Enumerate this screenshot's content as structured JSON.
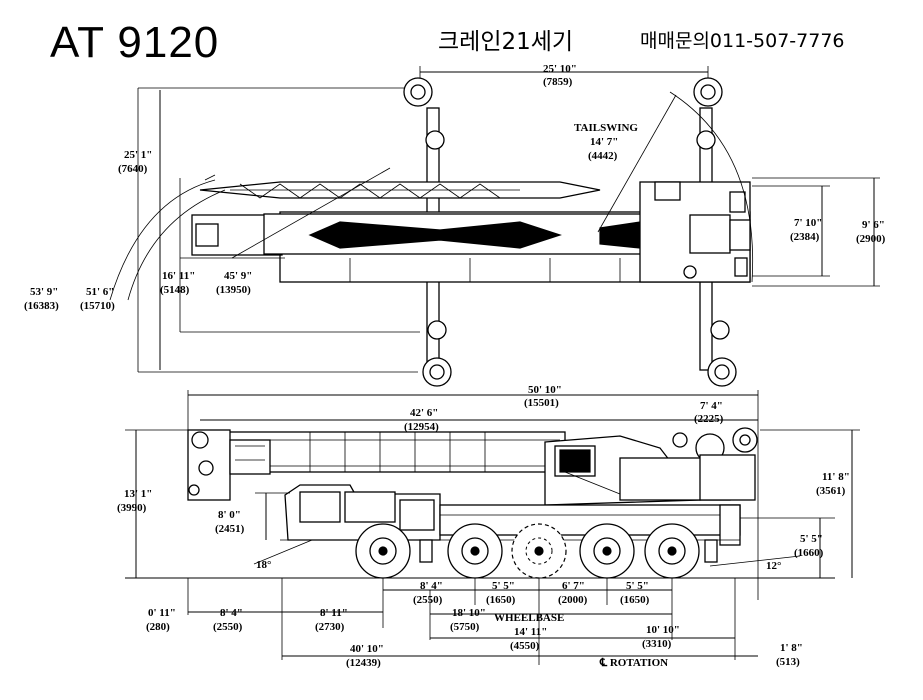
{
  "header": {
    "model": "AT 9120",
    "company": "크레인21세기",
    "inquiry": "매매문의011-507-7776"
  },
  "top_view": {
    "outrigger_span": {
      "ft": "25' 10\"",
      "mm": "(7859)"
    },
    "tailswing_label": "TAILSWING",
    "tailswing": {
      "ft": "14' 7\"",
      "mm": "(4442)"
    },
    "outrigger_width": {
      "ft": "25' 1\"",
      "mm": "(7640)"
    },
    "body_width": {
      "ft": "7' 10\"",
      "mm": "(2384)"
    },
    "overall_width": {
      "ft": "9' 6\"",
      "mm": "(2900)"
    },
    "radius_1": {
      "ft": "53' 9\"",
      "mm": "(16383)"
    },
    "radius_2": {
      "ft": "51' 6\"",
      "mm": "(15710)"
    },
    "radius_3": {
      "ft": "16' 11\"",
      "mm": "(5148)"
    },
    "radius_4": {
      "ft": "45' 9\"",
      "mm": "(13950)"
    }
  },
  "side_view": {
    "overall_length": {
      "ft": "50' 10\"",
      "mm": "(15501)"
    },
    "boom_length": {
      "ft": "42' 6\"",
      "mm": "(12954)"
    },
    "rear_overhang": {
      "ft": "7' 4\"",
      "mm": "(2225)"
    },
    "overall_height": {
      "ft": "13' 1\"",
      "mm": "(3990)"
    },
    "cab_height": {
      "ft": "11' 8\"",
      "mm": "(3561)"
    },
    "front_height": {
      "ft": "8' 0\"",
      "mm": "(2451)"
    },
    "rear_height": {
      "ft": "5' 5\"",
      "mm": "(1660)"
    },
    "approach_angle": "18°",
    "departure_angle": "12°",
    "axle_1_2": {
      "ft": "8' 4\"",
      "mm": "(2550)"
    },
    "axle_2_3": {
      "ft": "5' 5\"",
      "mm": "(1650)"
    },
    "axle_3_4": {
      "ft": "6' 7\"",
      "mm": "(2000)"
    },
    "axle_4_5": {
      "ft": "5' 5\"",
      "mm": "(1650)"
    },
    "front_overhang": {
      "ft": "0' 11\"",
      "mm": "(280)"
    },
    "front_to_axle": {
      "ft": "8' 4\"",
      "mm": "(2550)"
    },
    "front_to_rotation": {
      "ft": "8' 11\"",
      "mm": "(2730)"
    },
    "wheelbase_total": {
      "ft": "18' 10\"",
      "mm": "(5750)"
    },
    "wheelbase_label": "WHEELBASE",
    "wheelbase_rear": {
      "ft": "14' 11\"",
      "mm": "(4550)"
    },
    "rotation_to_rear": {
      "ft": "10' 10\"",
      "mm": "(3310)"
    },
    "front_to_rear_axle": {
      "ft": "40' 10\"",
      "mm": "(12439)"
    },
    "rear_end": {
      "ft": "1' 8\"",
      "mm": "(513)"
    },
    "rotation_label": "℄ ROTATION"
  }
}
